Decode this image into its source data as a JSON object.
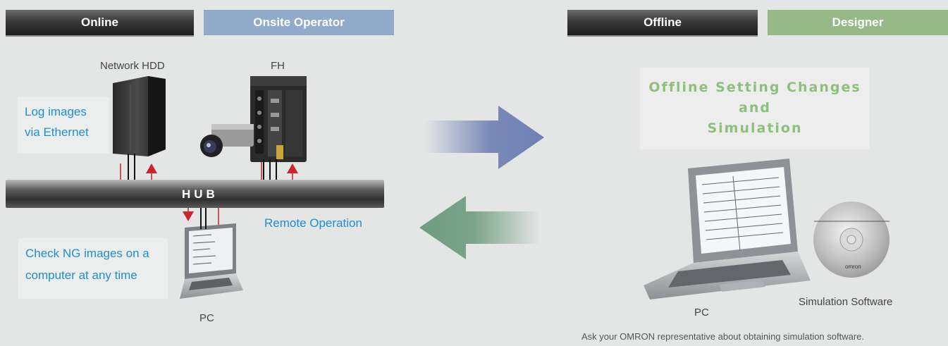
{
  "left_panel": {
    "tabs": [
      "Online",
      "Onsite Operator"
    ],
    "device_labels": {
      "network_hdd": "Network HDD",
      "fh": "FH",
      "hub": "HUB",
      "pc": "PC"
    },
    "callouts": {
      "log_images": [
        "Log images",
        "via Ethernet"
      ],
      "remote_operation": "Remote Operation",
      "check_ng": [
        "Check NG images on a",
        "computer at any time"
      ]
    }
  },
  "right_panel": {
    "tabs": [
      "Offline",
      "Designer"
    ],
    "offline_box": [
      "Offline Setting Changes",
      "and",
      "Simulation"
    ],
    "pc_label": "PC",
    "software_label": "Simulation Software",
    "cd_brand": "omron",
    "note": "Ask your OMRON representative about obtaining simulation software."
  },
  "colors": {
    "accent_blue": "#1f8ecf",
    "arrow_red": "#c8252c",
    "tab_blue": "#8fabc9",
    "tab_green": "#97b988",
    "arrow_right": "#6e7fb2",
    "arrow_left": "#6f9c80",
    "offline_text": "#8dc07d"
  }
}
